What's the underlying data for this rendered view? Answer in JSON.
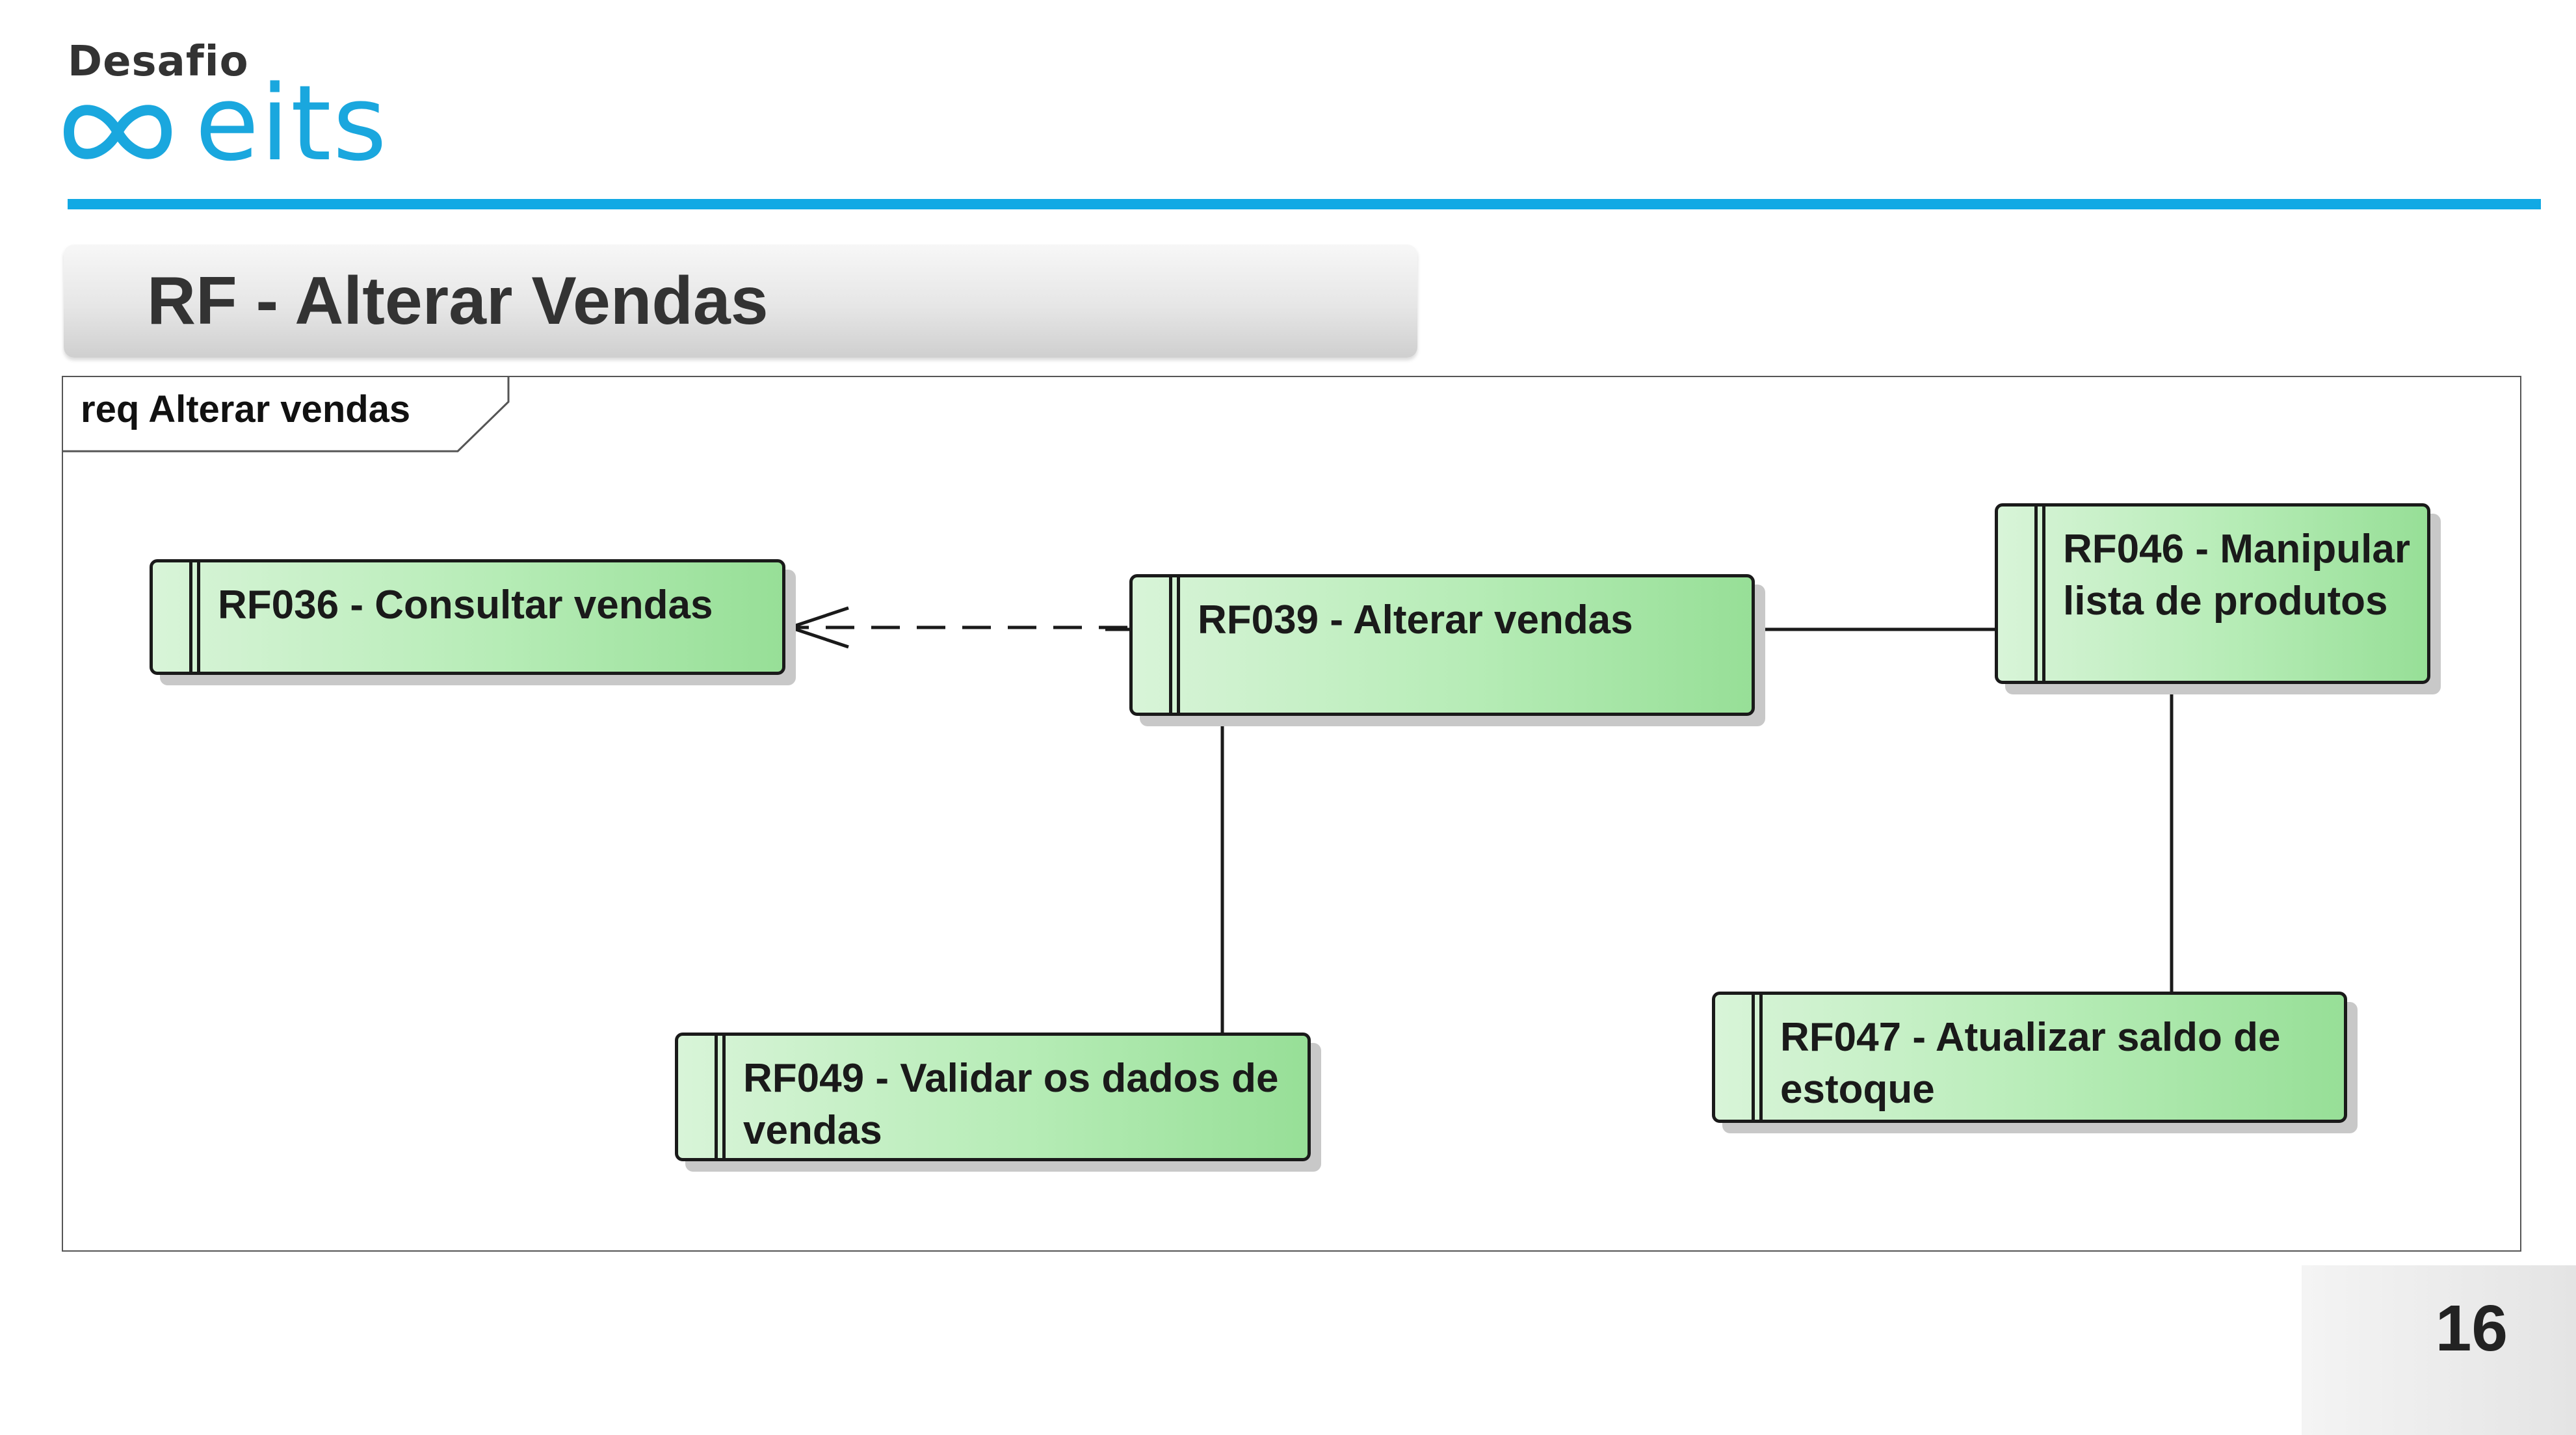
{
  "logo": {
    "top": "Desafio",
    "word": "eits",
    "brand_color": "#11a9e4"
  },
  "slide": {
    "title": "RF - Alterar Vendas",
    "page_number": "16"
  },
  "diagram": {
    "frame_label": "req Alterar vendas",
    "requirements": [
      {
        "id": "rf036",
        "label": "RF036 - Consultar vendas"
      },
      {
        "id": "rf039",
        "label": "RF039 - Alterar vendas"
      },
      {
        "id": "rf046",
        "label": "RF046 - Manipular lista de produtos"
      },
      {
        "id": "rf049",
        "label": "RF049 - Validar os dados de vendas"
      },
      {
        "id": "rf047",
        "label": "RF047 - Atualizar saldo de estoque"
      }
    ],
    "connections": [
      {
        "from": "RF039",
        "to": "RF036",
        "style": "dashed-arrow"
      },
      {
        "from": "RF039",
        "to": "RF046",
        "style": "solid"
      },
      {
        "from": "RF039",
        "to": "RF049",
        "style": "solid"
      },
      {
        "from": "RF046",
        "to": "RF047",
        "style": "solid"
      }
    ],
    "box_fill": "#b6ecb6"
  }
}
